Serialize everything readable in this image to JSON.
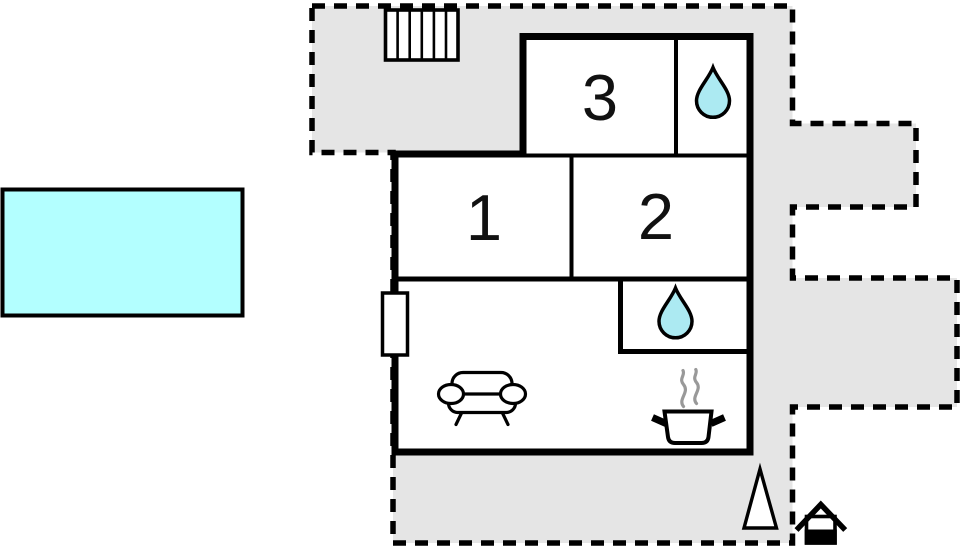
{
  "plan": {
    "type": "floor-plan",
    "rooms": [
      {
        "id": "room-1",
        "label": "1"
      },
      {
        "id": "room-2",
        "label": "2"
      },
      {
        "id": "room-3",
        "label": "3"
      }
    ],
    "icons": [
      "pool-icon",
      "radiator-icon",
      "water-drop-icon",
      "sofa-icon",
      "cooking-pot-icon",
      "steam-icon",
      "tree-icon",
      "well-icon"
    ]
  },
  "colors": {
    "background": "#ffffff",
    "terrace_fill": "#e5e5e5",
    "wall_stroke": "#000000",
    "pool_fill": "#b3ffff",
    "water_drop_fill": "#aceaf2",
    "steam_stroke": "#999999",
    "room_label_color": "#111111"
  }
}
